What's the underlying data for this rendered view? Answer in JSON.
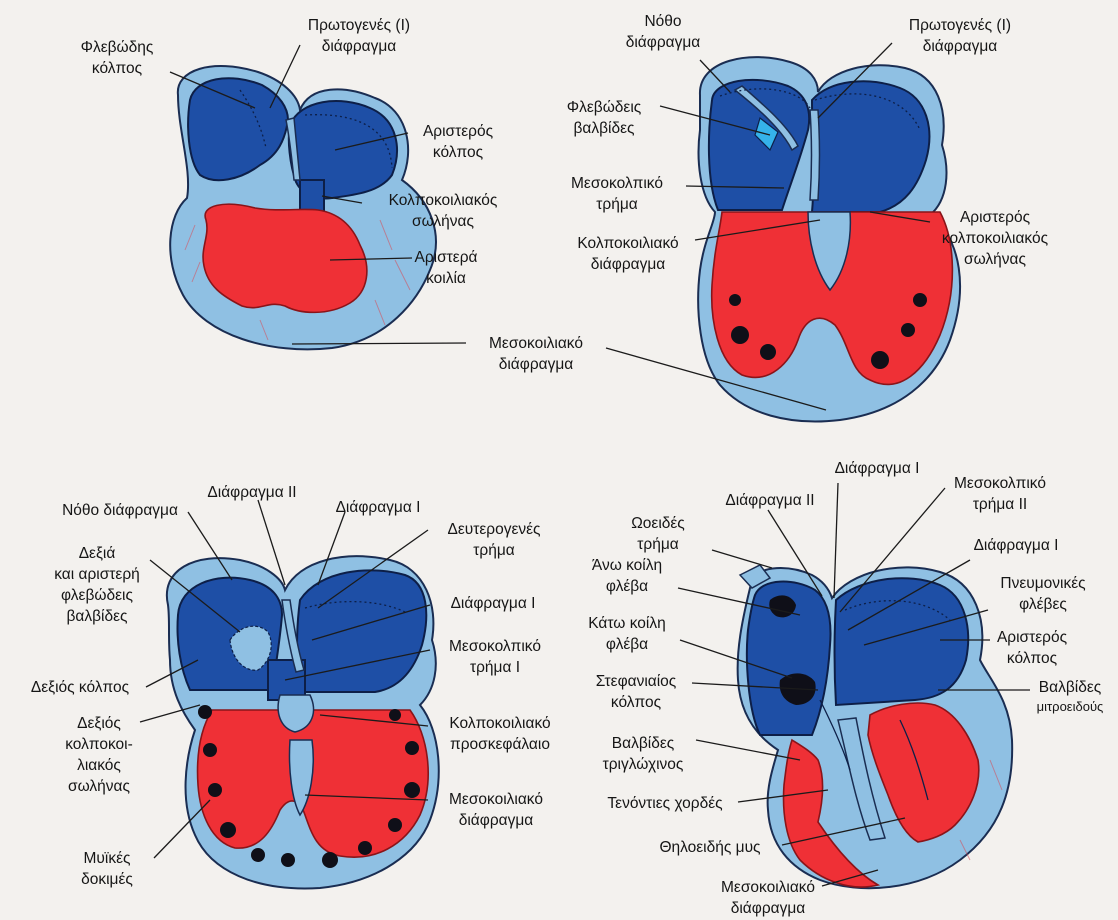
{
  "colors": {
    "background": "#f3f1ee",
    "wall": "#8fc0e3",
    "atrium": "#1e4fa6",
    "ventricle": "#ef3036",
    "outline": "#1a2d52"
  },
  "panels": [
    {
      "id": "top-left",
      "labels": [
        [
          "Φλεβώδης",
          "κόλπος"
        ],
        [
          "Πρωτογενές (I)",
          "διάφραγμα"
        ],
        [
          "Αριστερός",
          "κόλπος"
        ],
        [
          "Κολποκοιλιακός",
          "σωλήνας"
        ],
        [
          "Αριστερά",
          "κοιλία"
        ]
      ]
    },
    {
      "id": "top-right",
      "labels": [
        [
          "Νόθο",
          "διάφραγμα"
        ],
        [
          "Πρωτογενές (I)",
          "διάφραγμα"
        ],
        [
          "Φλεβώδεις",
          "βαλβίδες"
        ],
        [
          "Μεσοκολπικό",
          "τρήμα"
        ],
        [
          "Κολποκοιλιακό",
          "διάφραγμα"
        ],
        [
          "Αριστερός",
          "κολποκοιλιακός",
          "σωλήνας"
        ]
      ]
    },
    {
      "id": "shared",
      "labels": [
        [
          "Μεσοκοιλιακό",
          "διάφραγμα"
        ]
      ]
    },
    {
      "id": "bottom-left",
      "labels": [
        [
          "Διάφραγμα II"
        ],
        [
          "Διάφραγμα I"
        ],
        [
          "Νόθο διάφραγμα"
        ],
        [
          "Δευτερογενές",
          "τρήμα"
        ],
        [
          "Δεξιά",
          "και αριστερή",
          "φλεβώδεις",
          "βαλβίδες"
        ],
        [
          "Διάφραγμα I"
        ],
        [
          "Μεσοκολπικό",
          "τρήμα I"
        ],
        [
          "Δεξιός κόλπος"
        ],
        [
          "Κολποκοιλιακό",
          "προσκεφάλαιο"
        ],
        [
          "Δεξιός",
          "κολποκοι-",
          "λιακός",
          "σωλήνας"
        ],
        [
          "Μεσοκοιλιακό",
          "διάφραγμα"
        ],
        [
          "Μυϊκές",
          "δοκιμές"
        ]
      ]
    },
    {
      "id": "bottom-right",
      "labels": [
        [
          "Διάφραγμα I"
        ],
        [
          "Μεσοκολπικό",
          "τρήμα II"
        ],
        [
          "Διάφραγμα II"
        ],
        [
          "Ωοειδές",
          "τρήμα"
        ],
        [
          "Διάφραγμα I"
        ],
        [
          "Άνω κοίλη",
          "φλέβα"
        ],
        [
          "Πνευμονικές",
          "φλέβες"
        ],
        [
          "Κάτω κοίλη",
          "φλέβα"
        ],
        [
          "Αριστερός",
          "κόλπος"
        ],
        [
          "Στεφανιαίος",
          "κόλπος"
        ],
        [
          "Βαλβίδες",
          "μιτροειδούς"
        ],
        [
          "Βαλβίδες",
          "τριγλώχινος"
        ],
        [
          "Τενόντιες χορδές"
        ],
        [
          "Θηλοειδής μυς"
        ],
        [
          "Μεσοκοιλιακό",
          "διάφραγμα"
        ]
      ]
    }
  ]
}
